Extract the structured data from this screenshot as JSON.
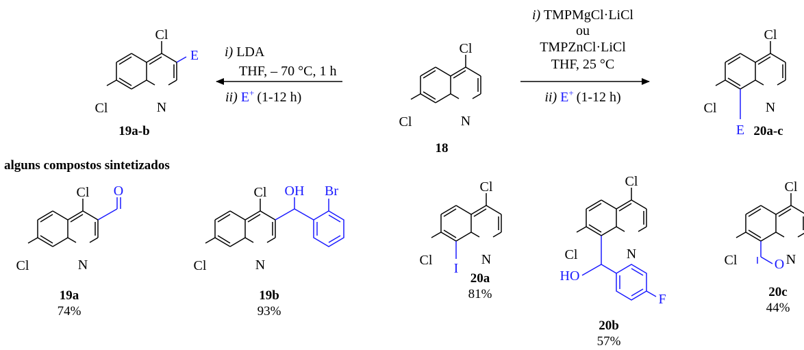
{
  "colors": {
    "ink": "#000000",
    "accent": "#1a1aff"
  },
  "atoms": {
    "cl": "Cl",
    "n": "N",
    "e": "E",
    "o": "O",
    "oh": "OH",
    "ho": "HO",
    "br": "Br",
    "i": "I",
    "f": "F"
  },
  "left_arrow": {
    "i_num": "i)",
    "i_reagent": "LDA",
    "conditions": "THF, – 70 °C, 1 h",
    "ii_num": "ii)",
    "ii_reagent": "E",
    "ii_sup": "+",
    "ii_time": "(1-12 h)"
  },
  "right_arrow": {
    "i_num": "i)",
    "i_reagent": "TMPMgCl·LiCl",
    "or_text": "ou",
    "alt_reagent": "TMPZnCl·LiCl",
    "conditions": "THF, 25 °C",
    "ii_num": "ii)",
    "ii_reagent": "E",
    "ii_sup": "+",
    "ii_time": "(1-12 h)"
  },
  "compounds": {
    "c19ab": {
      "label": "19a-b"
    },
    "c18": {
      "label": "18"
    },
    "c20ac": {
      "label": "20a-c"
    },
    "c19a": {
      "label": "19a",
      "yield": "74%"
    },
    "c19b": {
      "label": "19b",
      "yield": "93%"
    },
    "c20a": {
      "label": "20a",
      "yield": "81%"
    },
    "c20b": {
      "label": "20b",
      "yield": "57%"
    },
    "c20c": {
      "label": "20c",
      "yield": "44%"
    }
  },
  "section_title": "alguns compostos sintetizados"
}
